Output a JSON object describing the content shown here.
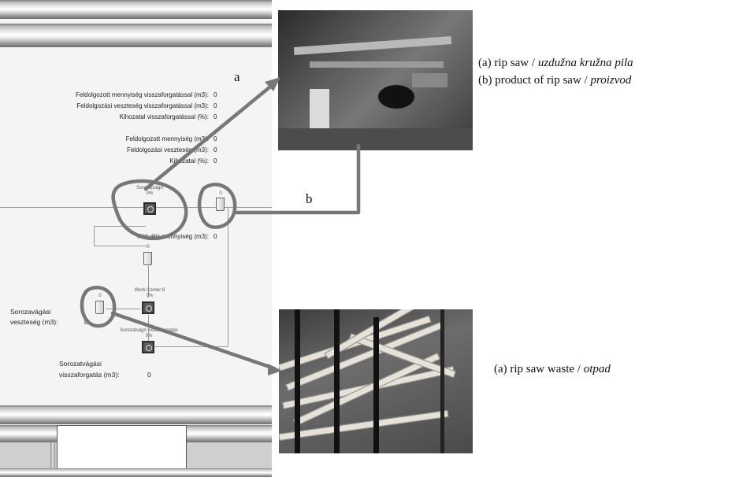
{
  "sim": {
    "metrics_recycle": [
      {
        "label": "Feldolgozott mennyiség visszaforgatással (m3):",
        "value": "0"
      },
      {
        "label": "Feldolgozási veszteség visszaforgatással (m3):",
        "value": "0"
      },
      {
        "label": "Kihozatal visszaforgatással (%):",
        "value": "0"
      }
    ],
    "metrics_plain": [
      {
        "label": "Feldolgozott mennyiség (m3):",
        "value": "0"
      },
      {
        "label": "Feldolgozási veszteség (m3):",
        "value": "0"
      },
      {
        "label": "Kihozatal (%):",
        "value": "0"
      }
    ],
    "node_rip": {
      "name": "Sorozatvágó",
      "pct": "0%"
    },
    "buffer_out": {
      "count": "0"
    },
    "aktualis": {
      "label": "Aktuális mennyiség (m3):",
      "value": "0"
    },
    "buffer_mid": {
      "count": "0"
    },
    "work_center": {
      "name": "Work Center 6",
      "pct": "0%"
    },
    "buffer_waste": {
      "count": "0"
    },
    "waste_label": {
      "line1": "Sorozavágási",
      "line2": "veszteség (m3):",
      "value": "0"
    },
    "node_recycle": {
      "name": "Sorozatvágó visszaforgatás",
      "pct": "0%"
    },
    "recycle_label": {
      "line1": "Sorozatvágási",
      "line2": "visszaforgatás (m3):",
      "value": "0"
    }
  },
  "annotations": {
    "letter_a": "a",
    "letter_b": "b",
    "colors": {
      "highlight": "#777777"
    }
  },
  "captions": {
    "a": {
      "prefix": "(a) rip saw / ",
      "italic": "uzdužna kružna pila"
    },
    "b": {
      "prefix": "(b) product of rip saw / ",
      "italic": "proizvod"
    },
    "waste": {
      "prefix": "(a) rip saw waste / ",
      "italic": "otpad"
    }
  }
}
